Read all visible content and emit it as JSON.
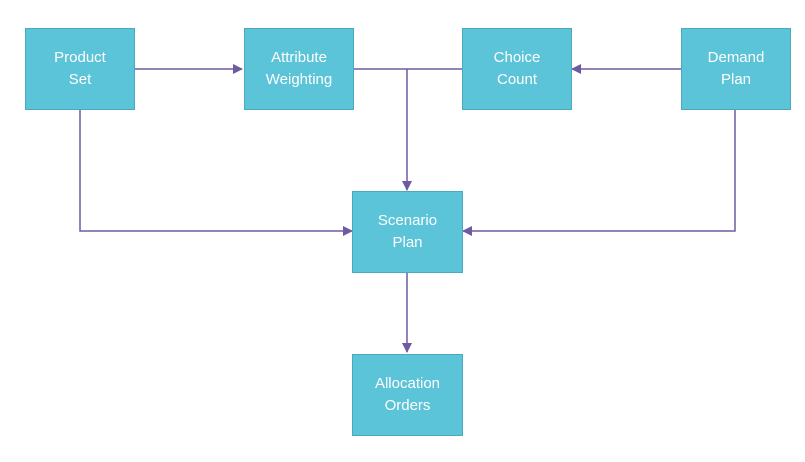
{
  "diagram": {
    "colors": {
      "node_fill": "#5bc4d8",
      "node_border": "#4aa9bd",
      "node_text": "#ffffff",
      "edge": "#6e5aa0"
    },
    "nodes": {
      "product_set": {
        "line1": "Product",
        "line2": "Set"
      },
      "attribute_weighting": {
        "line1": "Attribute",
        "line2": "Weighting"
      },
      "choice_count": {
        "line1": "Choice",
        "line2": "Count"
      },
      "demand_plan": {
        "line1": "Demand",
        "line2": "Plan"
      },
      "scenario_plan": {
        "line1": "Scenario",
        "line2": "Plan"
      },
      "allocation_orders": {
        "line1": "Allocation",
        "line2": "Orders"
      }
    },
    "edges": [
      {
        "from": "product_set",
        "to": "attribute_weighting"
      },
      {
        "from": "demand_plan",
        "to": "choice_count"
      },
      {
        "from": "attribute_weighting",
        "to": "scenario_plan"
      },
      {
        "from": "choice_count",
        "to": "scenario_plan"
      },
      {
        "from": "product_set",
        "to": "scenario_plan"
      },
      {
        "from": "demand_plan",
        "to": "scenario_plan"
      },
      {
        "from": "scenario_plan",
        "to": "allocation_orders"
      }
    ]
  }
}
